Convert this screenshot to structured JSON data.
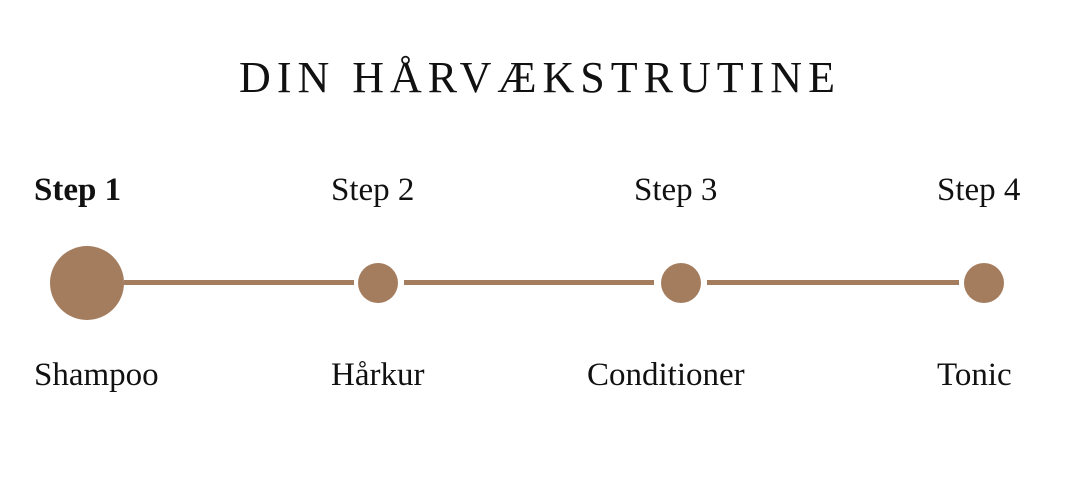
{
  "title": "DIN HÅRVÆKSTRUTINE",
  "accent_color": "#a47d5f",
  "steps": [
    {
      "label": "Step 1",
      "name": "Shampoo",
      "active": true
    },
    {
      "label": "Step 2",
      "name": "Hårkur",
      "active": false
    },
    {
      "label": "Step 3",
      "name": "Conditioner",
      "active": false
    },
    {
      "label": "Step 4",
      "name": "Tonic",
      "active": false
    }
  ]
}
